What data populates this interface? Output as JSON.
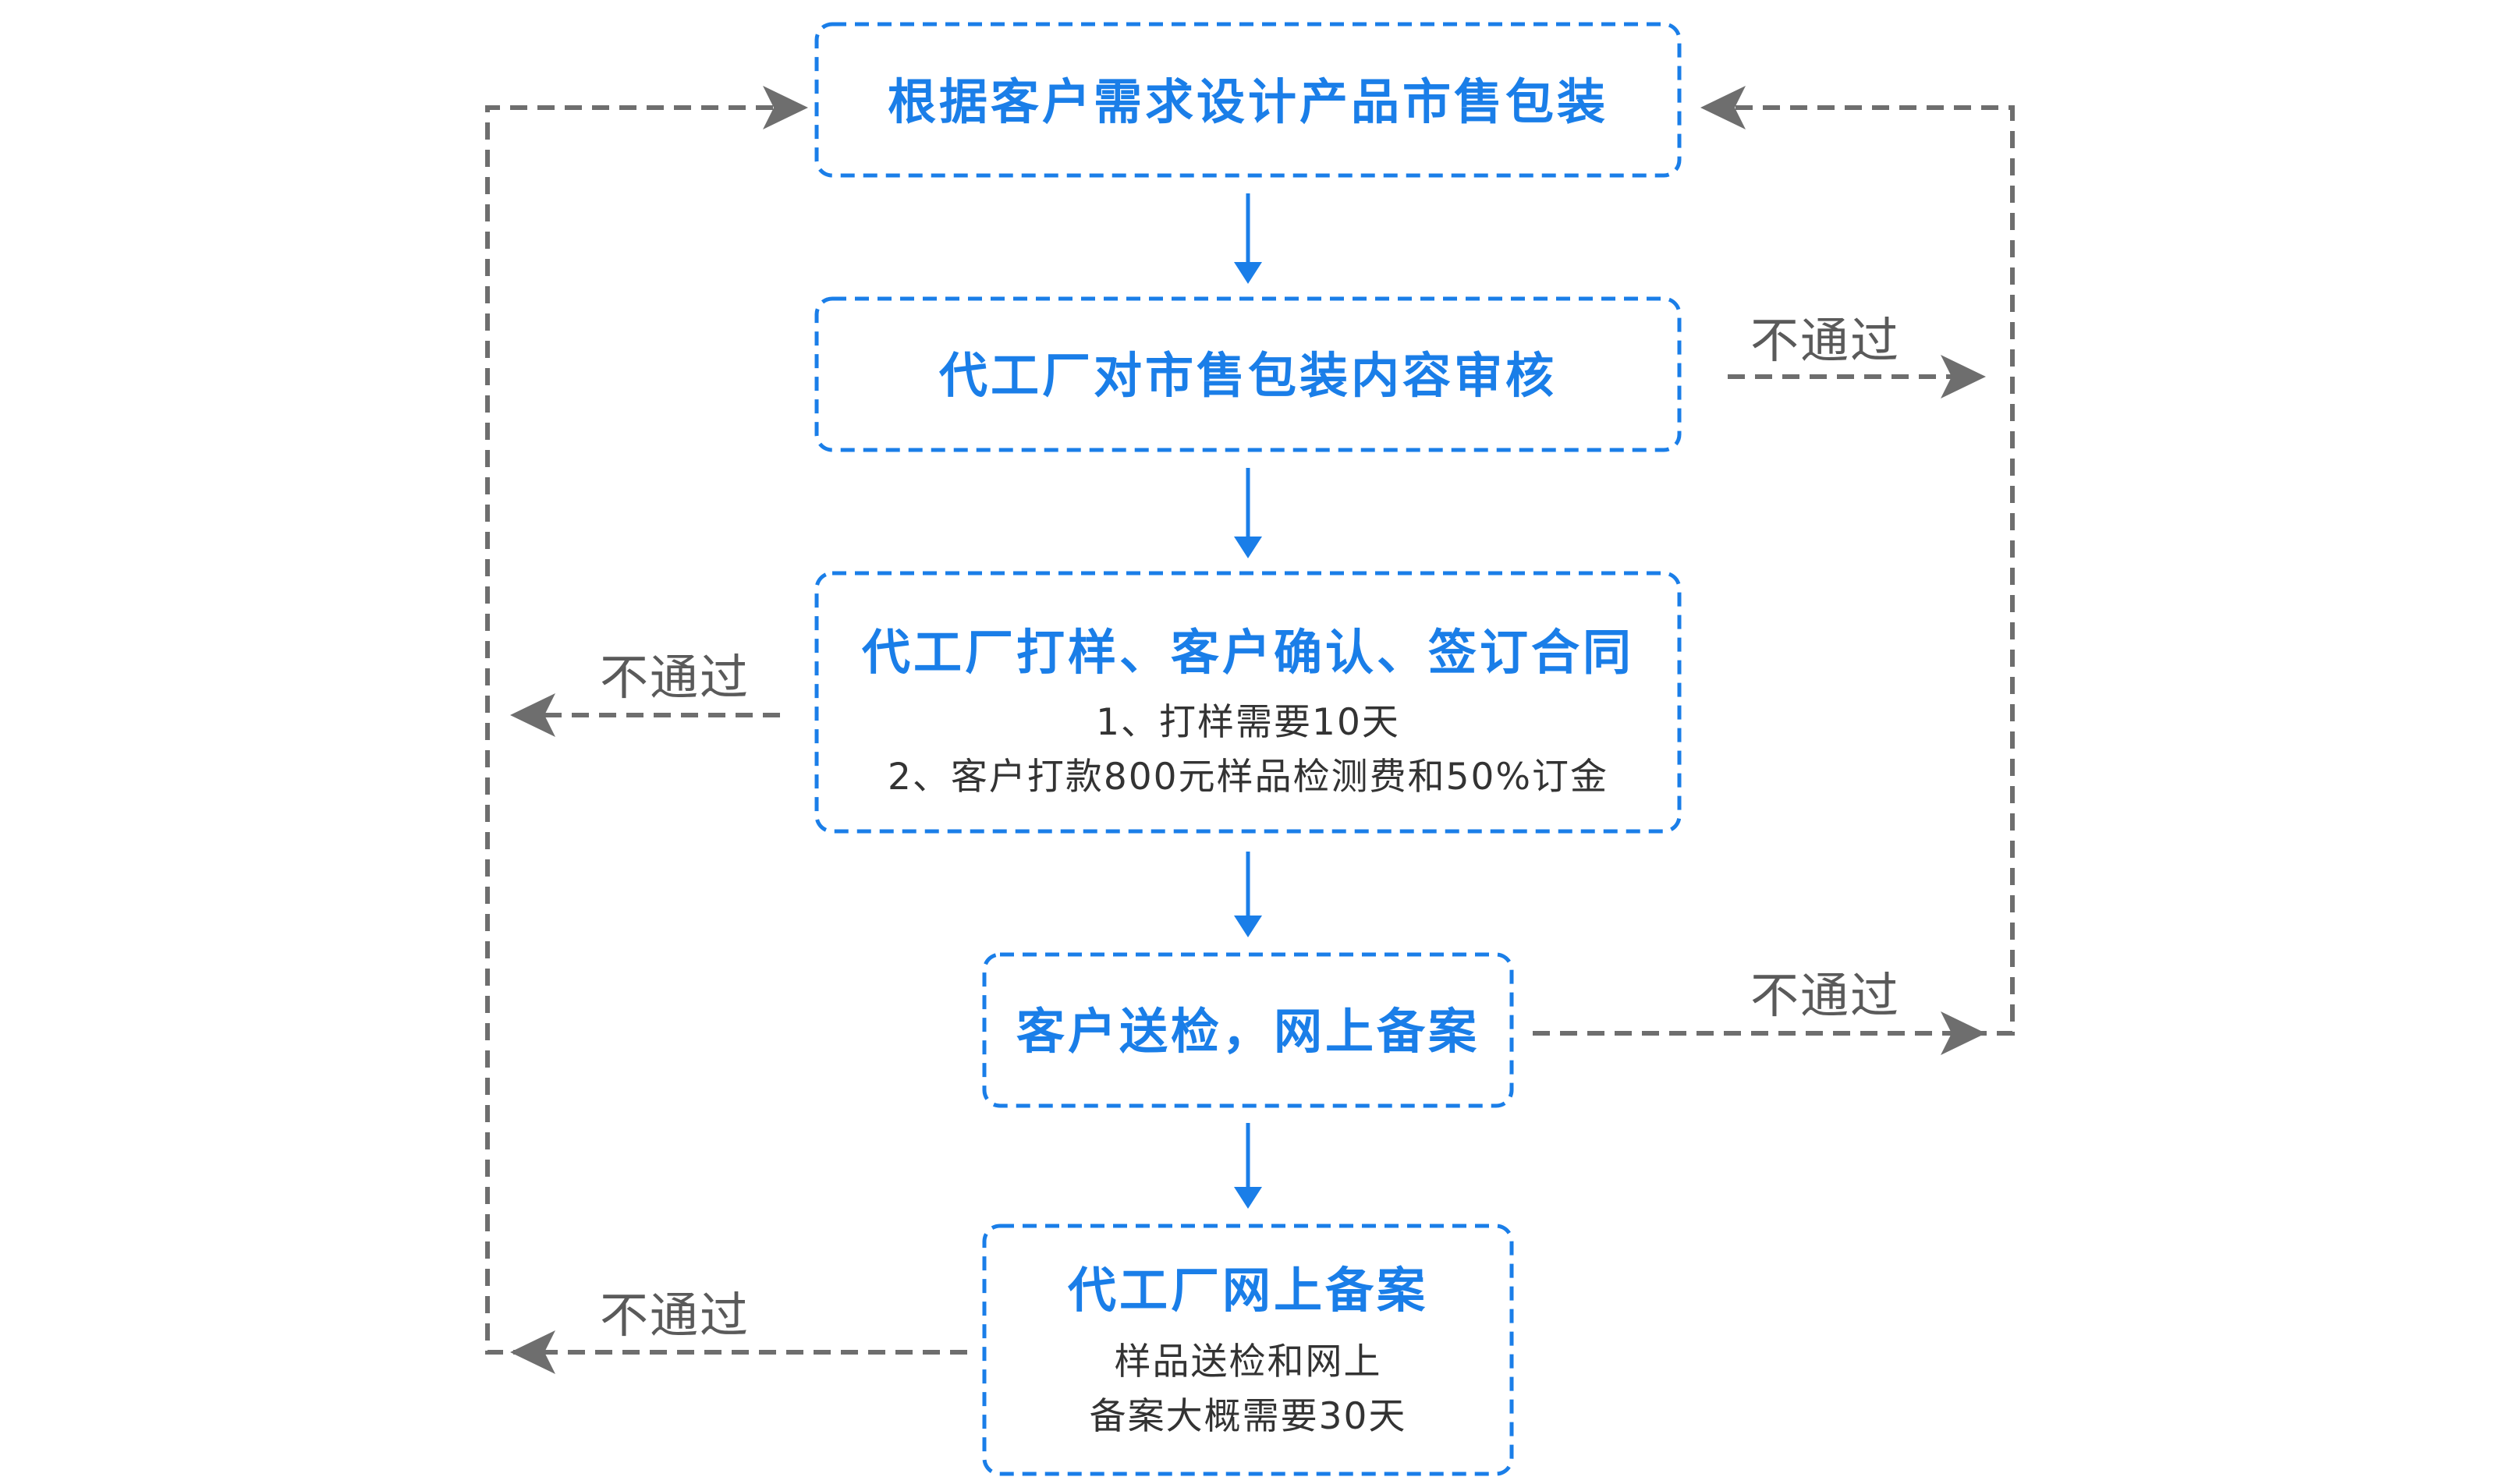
{
  "nodes": [
    {
      "title": "根据客户需求设计产品市售包装",
      "notes": []
    },
    {
      "title": "代工厂对市售包装内容审核",
      "notes": []
    },
    {
      "title": "代工厂打样、客户确认、签订合同",
      "notes": [
        "1、打样需要10天",
        "2、客户打款800元样品检测费和50%订金"
      ]
    },
    {
      "title": "客户送检，网上备案",
      "notes": []
    },
    {
      "title": "代工厂网上备案",
      "notes": [
        "样品送检和网上",
        "备案大概需要30天"
      ]
    }
  ],
  "reject_labels": [
    "不通过",
    "不通过",
    "不通过",
    "不通过"
  ],
  "colors": {
    "primary_blue": "#1a7ee8",
    "reject_gray": "#6e6e6e",
    "note_text": "#333333"
  }
}
